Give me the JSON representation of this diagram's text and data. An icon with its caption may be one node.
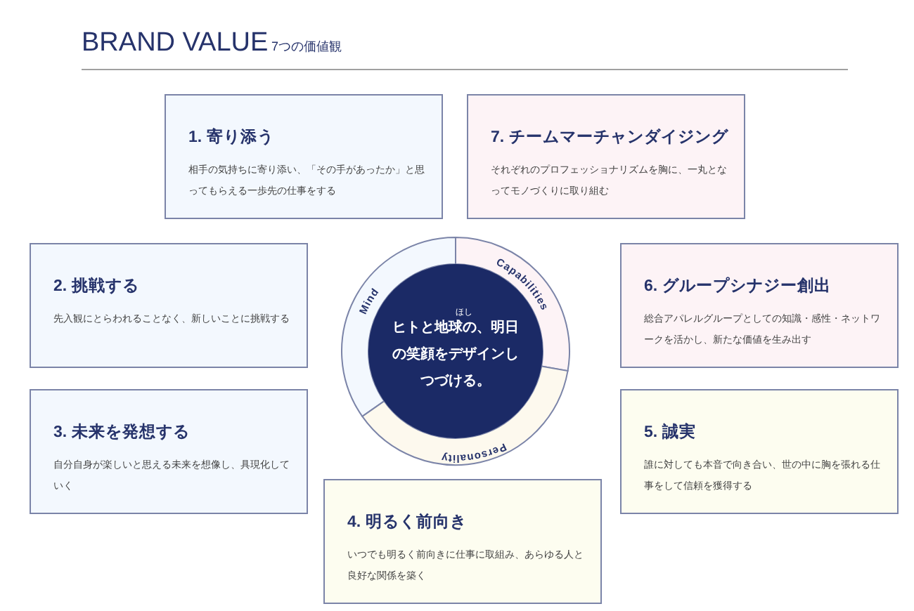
{
  "diagram": {
    "title": "BRAND VALUE",
    "nodes": [
      {
        "text": [
          "1. 寄り添う",
          "相手の気持ちに寄り添い、「その手があったか」と思ってもらえる一歩先の仕事をする"
        ]
      },
      {
        "text": [
          "7. チームマーチャンダイジング",
          "それぞれのプロフェッショナリズムを胸に、一丸となってモノづくりに取り組む"
        ]
      },
      {
        "text": [
          "2. 挑戦する",
          "先入観にとらわれることなく、新しいことに挑戦する"
        ]
      },
      {
        "text": [
          "ヒトと地球の、明日の笑顔をデザインしつづける。"
        ]
      },
      {
        "text": [
          "6. グループシナジー創出",
          "総合アパレルグループとしての知識・感性・ネットワークを活かし、新たな価値を生み出す"
        ]
      },
      {
        "text": [
          "3. 未来を発想する",
          "自分自身が楽しいと思える未来を想像し、具現化していく"
        ]
      },
      {
        "text": [
          "5. 誠実",
          "誰に対しても本音で向き合い、世の中に胸を張れる仕事をして信頼を獲得する"
        ]
      },
      {
        "text": [
          "4. 明るく前向き",
          "いつでも明るく前向きに仕事に取組み、あらゆる人と良好な関係を築く"
        ]
      }
    ],
    "labels": [
      "7つの価値観",
      "Mind",
      "Capabilities",
      "ほし",
      "Personality"
    ]
  }
}
